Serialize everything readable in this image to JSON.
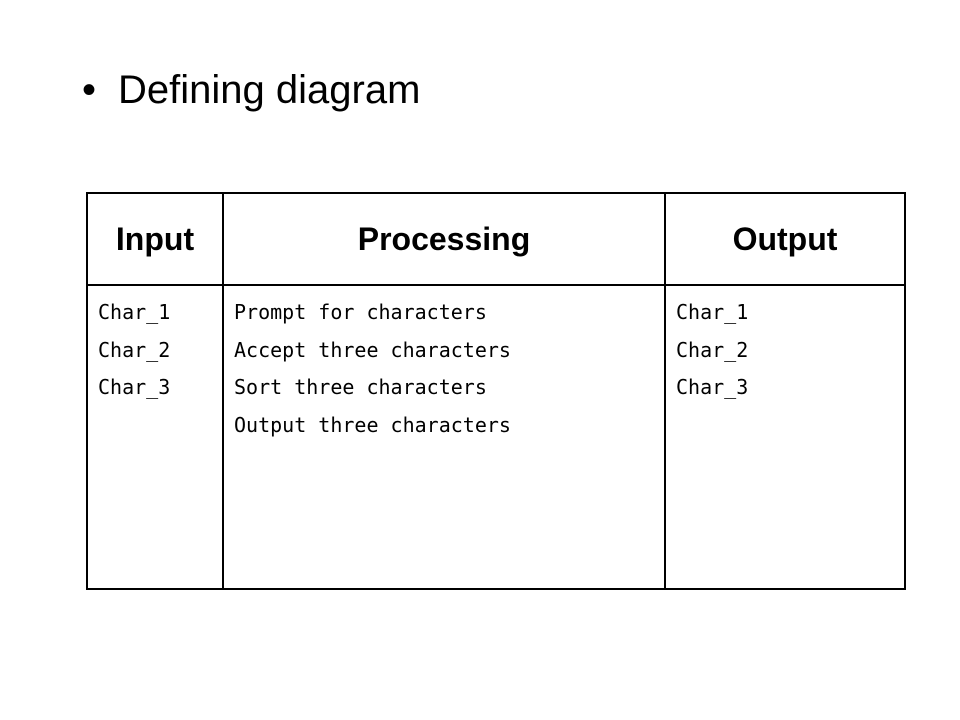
{
  "slide": {
    "bullet": "•",
    "title": "Defining diagram"
  },
  "table": {
    "headers": [
      "Input",
      "Processing",
      "Output"
    ],
    "input": [
      "Char_1",
      "Char_2",
      "Char_3"
    ],
    "processing": [
      "Prompt for characters",
      "Accept three characters",
      "Sort three characters",
      "Output three characters"
    ],
    "output": [
      "Char_1",
      "Char_2",
      "Char_3"
    ]
  }
}
